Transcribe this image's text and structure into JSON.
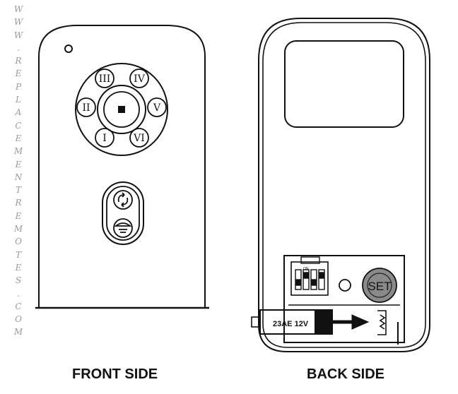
{
  "watermark": {
    "text": "WWW.REPLACEMENTREMOTES.COM",
    "color": "#9a9a9a"
  },
  "front": {
    "caption": "FRONT SIDE",
    "buttons": [
      "III",
      "IV",
      "II",
      "V",
      "I",
      "VI"
    ],
    "stop_icon": "stop-square-icon",
    "rocker_top_icon": "reverse-arrow-icon",
    "rocker_bottom_icon": "light-icon"
  },
  "back": {
    "caption": "BACK SIDE",
    "set_label": "SET",
    "battery_label": "23AE 12V",
    "dip_label": "ON"
  },
  "colors": {
    "outline": "#111111",
    "set_button": "#8a8a8a"
  }
}
